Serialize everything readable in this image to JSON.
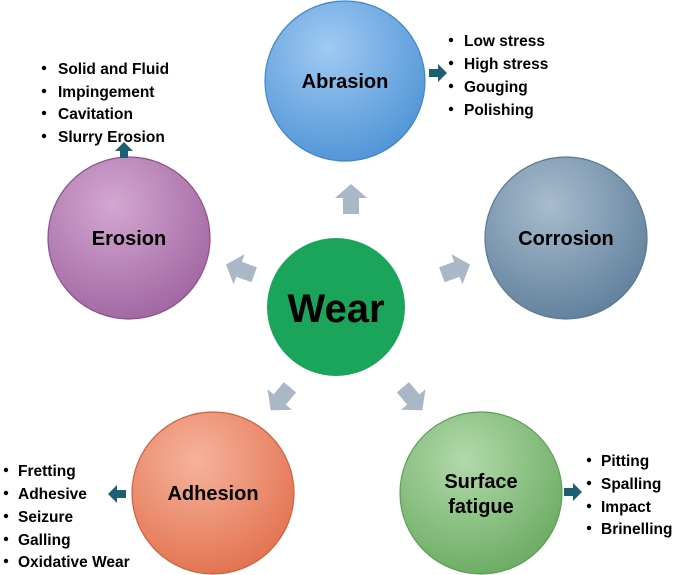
{
  "center": {
    "label": "Wear",
    "color": "#1aa55a"
  },
  "nodes": {
    "abrasion": {
      "label": "Abrasion",
      "color": "#6aaee8",
      "items": [
        "Low stress",
        "High stress",
        "Gouging",
        "Polishing"
      ]
    },
    "corrosion": {
      "label": "Corrosion",
      "color": "#7f9bb4",
      "items": []
    },
    "erosion": {
      "label": "Erosion",
      "color": "#b77fb5",
      "items": [
        "Solid and Fluid",
        "Impingement",
        "Cavitation",
        "Slurry Erosion"
      ]
    },
    "adhesion": {
      "label": "Adhesion",
      "color": "#ef9274",
      "items": [
        "Fretting",
        "Adhesive",
        "Seizure",
        "Galling",
        "Oxidative Wear"
      ]
    },
    "fatigue": {
      "label_line1": "Surface",
      "label_line2": "fatigue",
      "color": "#8bc482",
      "items": [
        "Pitting",
        "Spalling",
        "Impact",
        "Brinelling"
      ]
    }
  },
  "colors": {
    "connector_arrow": "#a9b7c6",
    "pointer_arrow": "#1f5f73"
  }
}
